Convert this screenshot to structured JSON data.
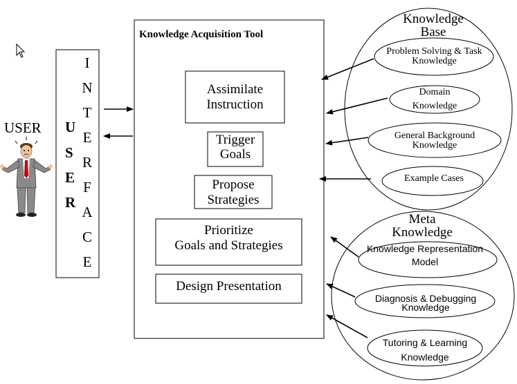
{
  "colors": {
    "line": "#000000",
    "background": "#ffffff",
    "tie": "#cc0000",
    "suit": "#8a8a8a"
  },
  "user": {
    "label": "USER",
    "figure_icon": "businessman-shrugging-icon",
    "cursor_icon": "mouse-pointer-icon"
  },
  "user_interface": {
    "left_column": [
      "U",
      "S",
      "E",
      "R"
    ],
    "right_column": [
      "I",
      "N",
      "T",
      "E",
      "R",
      "F",
      "A",
      "C",
      "E"
    ]
  },
  "tool": {
    "title": "Knowledge Acquisition Tool",
    "modules": [
      {
        "line1": "Assimilate",
        "line2": "Instruction"
      },
      {
        "line1": "Trigger",
        "line2": "Goals"
      },
      {
        "line1": "Propose",
        "line2": "Strategies"
      },
      {
        "line1": "Prioritize",
        "line2": "Goals and Strategies"
      },
      {
        "line1": "Design Presentation",
        "line2": ""
      }
    ]
  },
  "knowledge_base": {
    "title_line1": "Knowledge",
    "title_line2": "Base",
    "items": [
      {
        "line1": "Problem Solving & Task",
        "line2": "Knowledge"
      },
      {
        "line1": "Domain",
        "line2": "Knowledge"
      },
      {
        "line1": "General Background",
        "line2": "Knowledge"
      },
      {
        "line1": "Example Cases",
        "line2": ""
      }
    ]
  },
  "meta_knowledge": {
    "title_line1": "Meta",
    "title_line2": "Knowledge",
    "items": [
      {
        "line1": "Knowledge Representation",
        "line2": "Model"
      },
      {
        "line1": "Diagnosis & Debugging",
        "line2": "Knowledge"
      },
      {
        "line1": "Tutoring & Learning",
        "line2": "Knowledge"
      }
    ]
  }
}
